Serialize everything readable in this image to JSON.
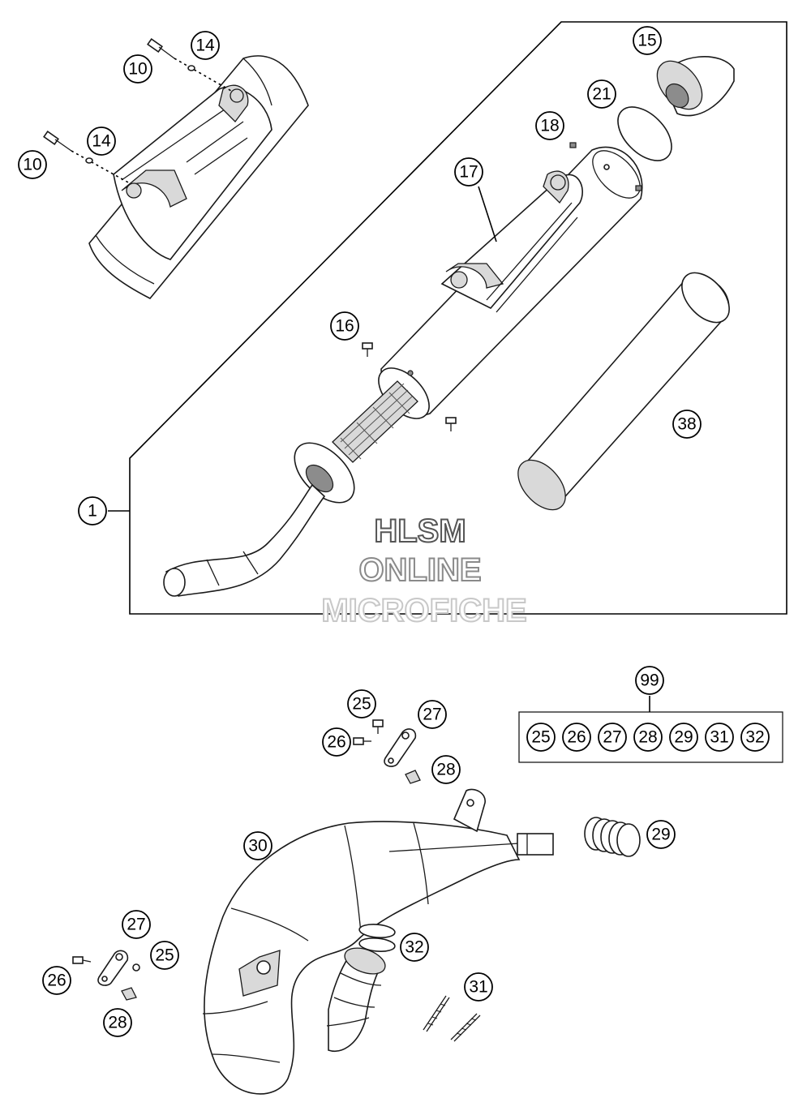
{
  "watermark": {
    "line1": "HLSM",
    "line2": "ONLINE",
    "line3": "MICROFICHE"
  },
  "callouts": {
    "c1": "1",
    "c10a": "10",
    "c10b": "10",
    "c14a": "14",
    "c14b": "14",
    "c15": "15",
    "c16": "16",
    "c17": "17",
    "c18": "18",
    "c21": "21",
    "c38": "38",
    "c99": "99",
    "c25a": "25",
    "c26a": "26",
    "c27a": "27",
    "c28a": "28",
    "c30": "30",
    "c29": "29",
    "c32": "32",
    "c31": "31",
    "c27b": "27",
    "c25b": "25",
    "c26b": "26",
    "c28b": "28"
  },
  "kit_99_contents": [
    "25",
    "26",
    "27",
    "28",
    "29",
    "31",
    "32"
  ]
}
